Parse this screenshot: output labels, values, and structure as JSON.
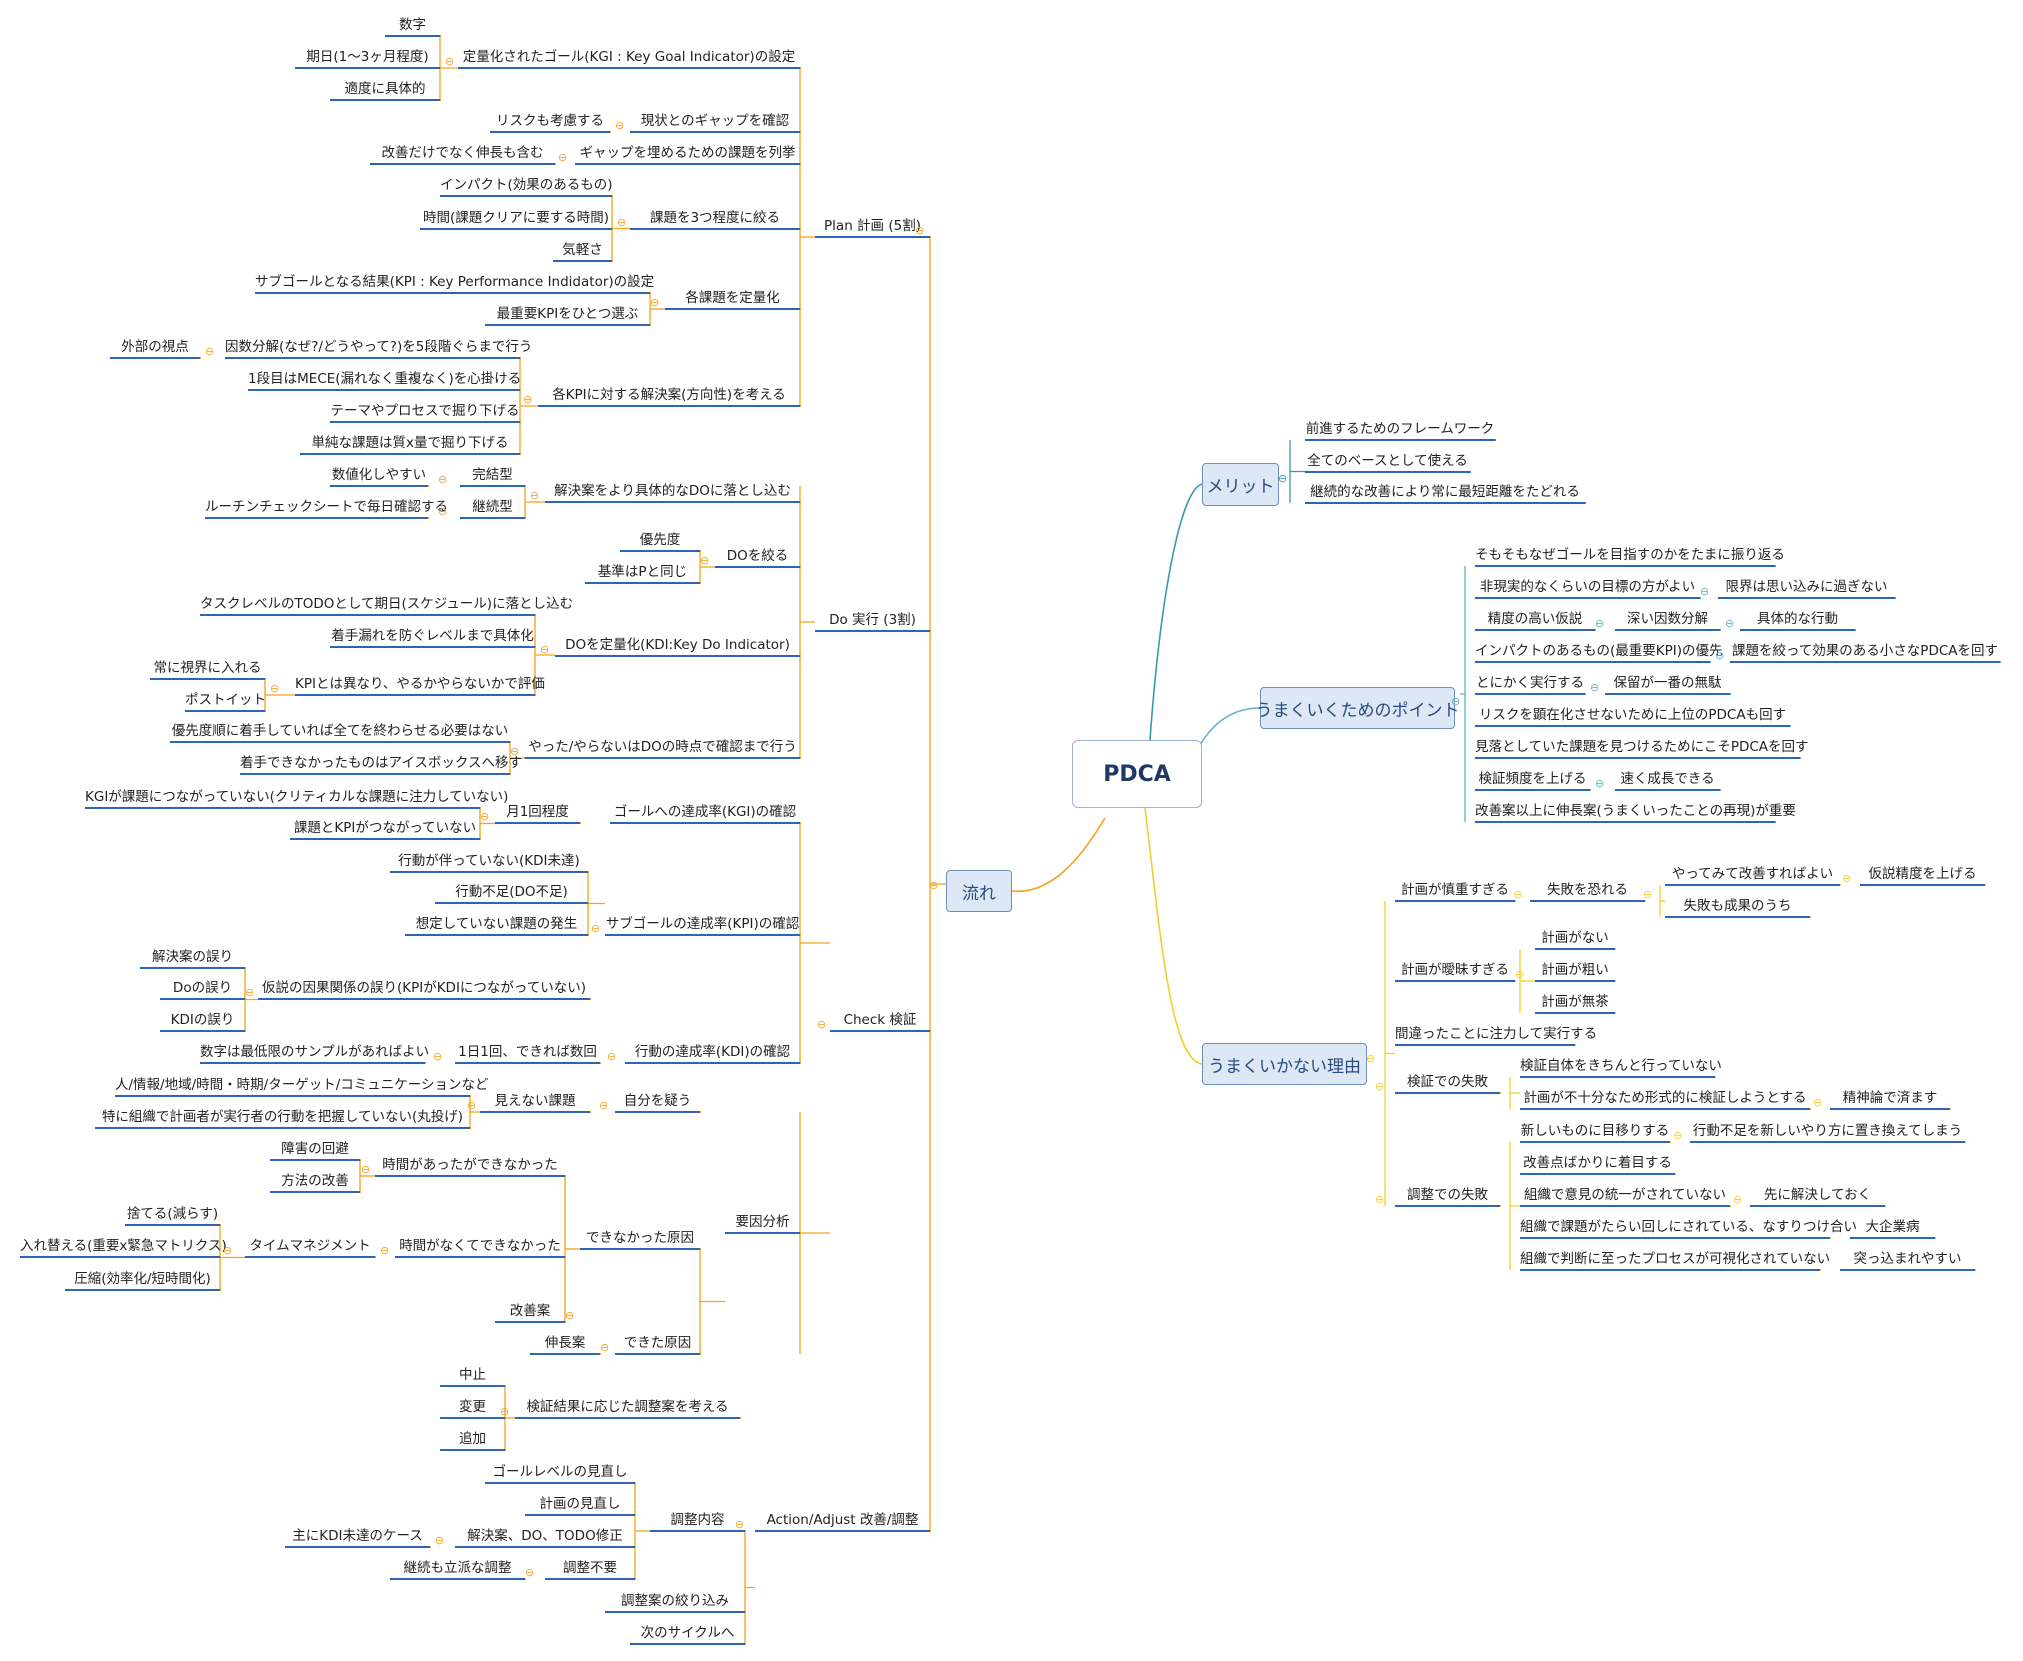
{
  "colors": {
    "flow": "#f5a21c",
    "merit": "#3b9aa6",
    "points": "#5cb3c6",
    "fail": "#f2cf2e",
    "underline": "#2e64b5"
  },
  "boxes": [
    {
      "text": "PDCA",
      "cls": "root"
    },
    {
      "text": "メリット",
      "cls": "main"
    },
    {
      "text": "うまくいくためのポイント",
      "cls": "main"
    },
    {
      "text": "流れ",
      "cls": "main"
    },
    {
      "text": "うまくいかない理由",
      "cls": "main"
    }
  ],
  "labels": [
    "数字",
    "期日(1〜3ヶ月程度)",
    "適度に具体的",
    "定量化されたゴール(KGI : Key Goal Indicator)の設定",
    "リスクも考慮する",
    "現状とのギャップを確認",
    "改善だけでなく伸長も含む",
    "ギャップを埋めるための課題を列挙",
    "インパクト(効果のあるもの)",
    "時間(課題クリアに要する時間)",
    "気軽さ",
    "課題を3つ程度に絞る",
    "サブゴールとなる結果(KPI : Key Performance Indidator)の設定",
    "最重要KPIをひとつ選ぶ",
    "各課題を定量化",
    "外部の視点",
    "因数分解(なぜ?/どうやって?)を5段階ぐらまで行う",
    "1段目はMECE(漏れなく重複なく)を心掛ける",
    "テーマやプロセスで掘り下げる",
    "単純な課題は質x量で掘り下げる",
    "各KPIに対する解決案(方向性)を考える",
    "Plan 計画 (5割)",
    "数値化しやすい",
    "完結型",
    "ルーチンチェックシートで毎日確認する",
    "継続型",
    "解決案をより具体的なDOに落とし込む",
    "優先度",
    "基準はPと同じ",
    "DOを絞る",
    "タスクレベルのTODOとして期日(スケジュール)に落とし込む",
    "着手漏れを防ぐレベルまで具体化",
    "常に視界に入れる",
    "ポストイット",
    "KPIとは異なり、やるかやらないかで評価",
    "DOを定量化(KDI:Key Do Indicator)",
    "優先度順に着手していれば全てを終わらせる必要はない",
    "着手できなかったものはアイスボックスへ移す",
    "やった/やらないはDOの時点で確認まで行う",
    "Do 実行 (3割)",
    "KGIが課題につながっていない(クリティカルな課題に注力していない)",
    "課題とKPIがつながっていない",
    "月1回程度",
    "ゴールへの達成率(KGI)の確認",
    "行動が伴っていない(KDI未達)",
    "行動不足(DO不足)",
    "想定していない課題の発生",
    "サブゴールの達成率(KPI)の確認",
    "解決案の誤り",
    "Doの誤り",
    "KDIの誤り",
    "仮説の因果関係の誤り(KPIがKDIにつながっていない)",
    "数字は最低限のサンプルがあればよい",
    "1日1回、できれば数回",
    "行動の達成率(KDI)の確認",
    "Check 検証",
    "人/情報/地域/時間・時期/ターゲット/コミュニケーションなど",
    "特に組織で計画者が実行者の行動を把握していない(丸投げ)",
    "見えない課題",
    "自分を疑う",
    "障害の回避",
    "方法の改善",
    "時間があったができなかった",
    "捨てる(減らす)",
    "入れ替える(重要x緊急マトリクス)",
    "圧縮(効率化/短時間化)",
    "タイムマネジメント",
    "時間がなくてできなかった",
    "改善案",
    "できなかった原因",
    "伸長案",
    "できた原因",
    "要因分析",
    "中止",
    "変更",
    "追加",
    "検証結果に応じた調整案を考える",
    "ゴールレベルの見直し",
    "計画の見直し",
    "主にKDI未達のケース",
    "解決案、DO、TODO修正",
    "継続も立派な調整",
    "調整不要",
    "調整内容",
    "調整案の絞り込み",
    "次のサイクルへ",
    "Action/Adjust 改善/調整",
    "前進するためのフレームワーク",
    "全てのベースとして使える",
    "継続的な改善により常に最短距離をたどれる",
    "そもそもなぜゴールを目指すのかをたまに振り返る",
    "非現実的なくらいの目標の方がよい",
    "限界は思い込みに過ぎない",
    "精度の高い仮説",
    "深い因数分解",
    "具体的な行動",
    "インパクトのあるもの(最重要KPI)の優先",
    "課題を絞って効果のある小さなPDCAを回す",
    "とにかく実行する",
    "保留が一番の無駄",
    "リスクを顕在化させないために上位のPDCAも回す",
    "見落としていた課題を見つけるためにこそPDCAを回す",
    "検証頻度を上げる",
    "速く成長できる",
    "改善案以上に伸長案(うまくいったことの再現)が重要",
    "計画が慎重すぎる",
    "失敗を恐れる",
    "やってみて改善すればよい",
    "仮説精度を上げる",
    "失敗も成果のうち",
    "計画が曖昧すぎる",
    "計画がない",
    "計画が粗い",
    "計画が無茶",
    "間違ったことに注力して実行する",
    "検証での失敗",
    "検証自体をきちんと行っていない",
    "計画が不十分なため形式的に検証しようとする",
    "精神論で済ます",
    "調整での失敗",
    "新しいものに目移りする",
    "行動不足を新しいやり方に置き換えてしまう",
    "改善点ばかりに着目する",
    "組織で意見の統一がされていない",
    "先に解決しておく",
    "組織で課題がたらい回しにされている、なすりつけ合い",
    "大企業病",
    "組織で判断に至ったプロセスが可視化されていない",
    "突っ込まれやすい"
  ],
  "collapse_glyph": "⊖"
}
